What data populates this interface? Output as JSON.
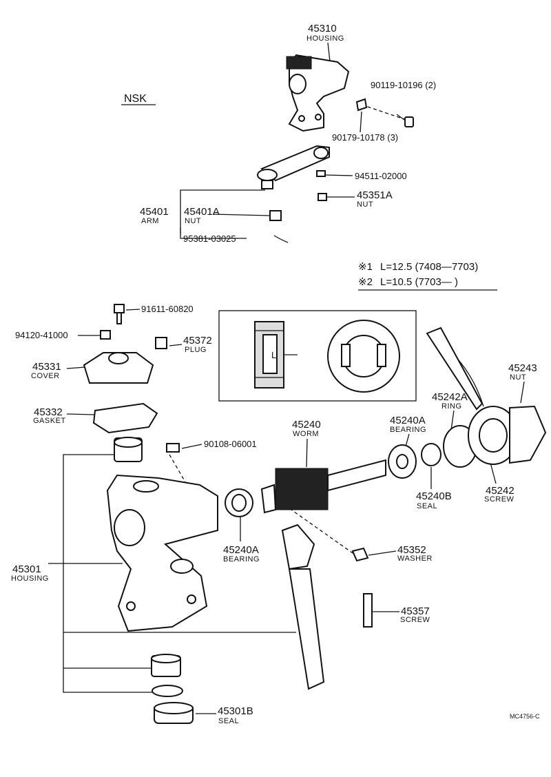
{
  "brand_label": "NSK",
  "footer_code": "MC4756-C",
  "note": {
    "line1_mark": "※1",
    "line1_text": "L=12.5 (7408—7703)",
    "line2_mark": "※2",
    "line2_text": "L=10.5 (7703—        )"
  },
  "inset_label": "L",
  "parts": {
    "p45310": {
      "num": "45310",
      "name": "HOUSING"
    },
    "p9011910196": {
      "num": "90119-10196 (2)"
    },
    "p9017910178": {
      "num": "90179-10178 (3)"
    },
    "p9451102000": {
      "num": "94511-02000"
    },
    "p45351A": {
      "num": "45351A",
      "name": "NUT"
    },
    "p45401": {
      "num": "45401",
      "name": "ARM"
    },
    "p45401A": {
      "num": "45401A",
      "name": "NUT"
    },
    "p9538103025": {
      "num": "95381-03025"
    },
    "p9161160820": {
      "num": "91611-60820"
    },
    "p9412041000": {
      "num": "94120-41000"
    },
    "p45372": {
      "num": "45372",
      "name": "PLUG"
    },
    "p45331": {
      "num": "45331",
      "name": "COVER"
    },
    "p45332": {
      "num": "45332",
      "name": "GASKET"
    },
    "p9010806001": {
      "num": "90108-06001"
    },
    "p45240": {
      "num": "45240",
      "name": "WORM"
    },
    "p45240A_top": {
      "num": "45240A",
      "name": "BEARING"
    },
    "p45242A": {
      "num": "45242A",
      "name": "RING"
    },
    "p45243": {
      "num": "45243",
      "name": "NUT"
    },
    "p45242": {
      "num": "45242",
      "name": "SCREW"
    },
    "p45240B": {
      "num": "45240B",
      "name": "SEAL"
    },
    "p45240A_low": {
      "num": "45240A",
      "name": "BEARING"
    },
    "p45352": {
      "num": "45352",
      "name": "WASHER"
    },
    "p45301": {
      "num": "45301",
      "name": "HOUSING"
    },
    "p45357": {
      "num": "45357",
      "name": "SCREW"
    },
    "p45301B": {
      "num": "45301B",
      "name": "SEAL"
    }
  }
}
